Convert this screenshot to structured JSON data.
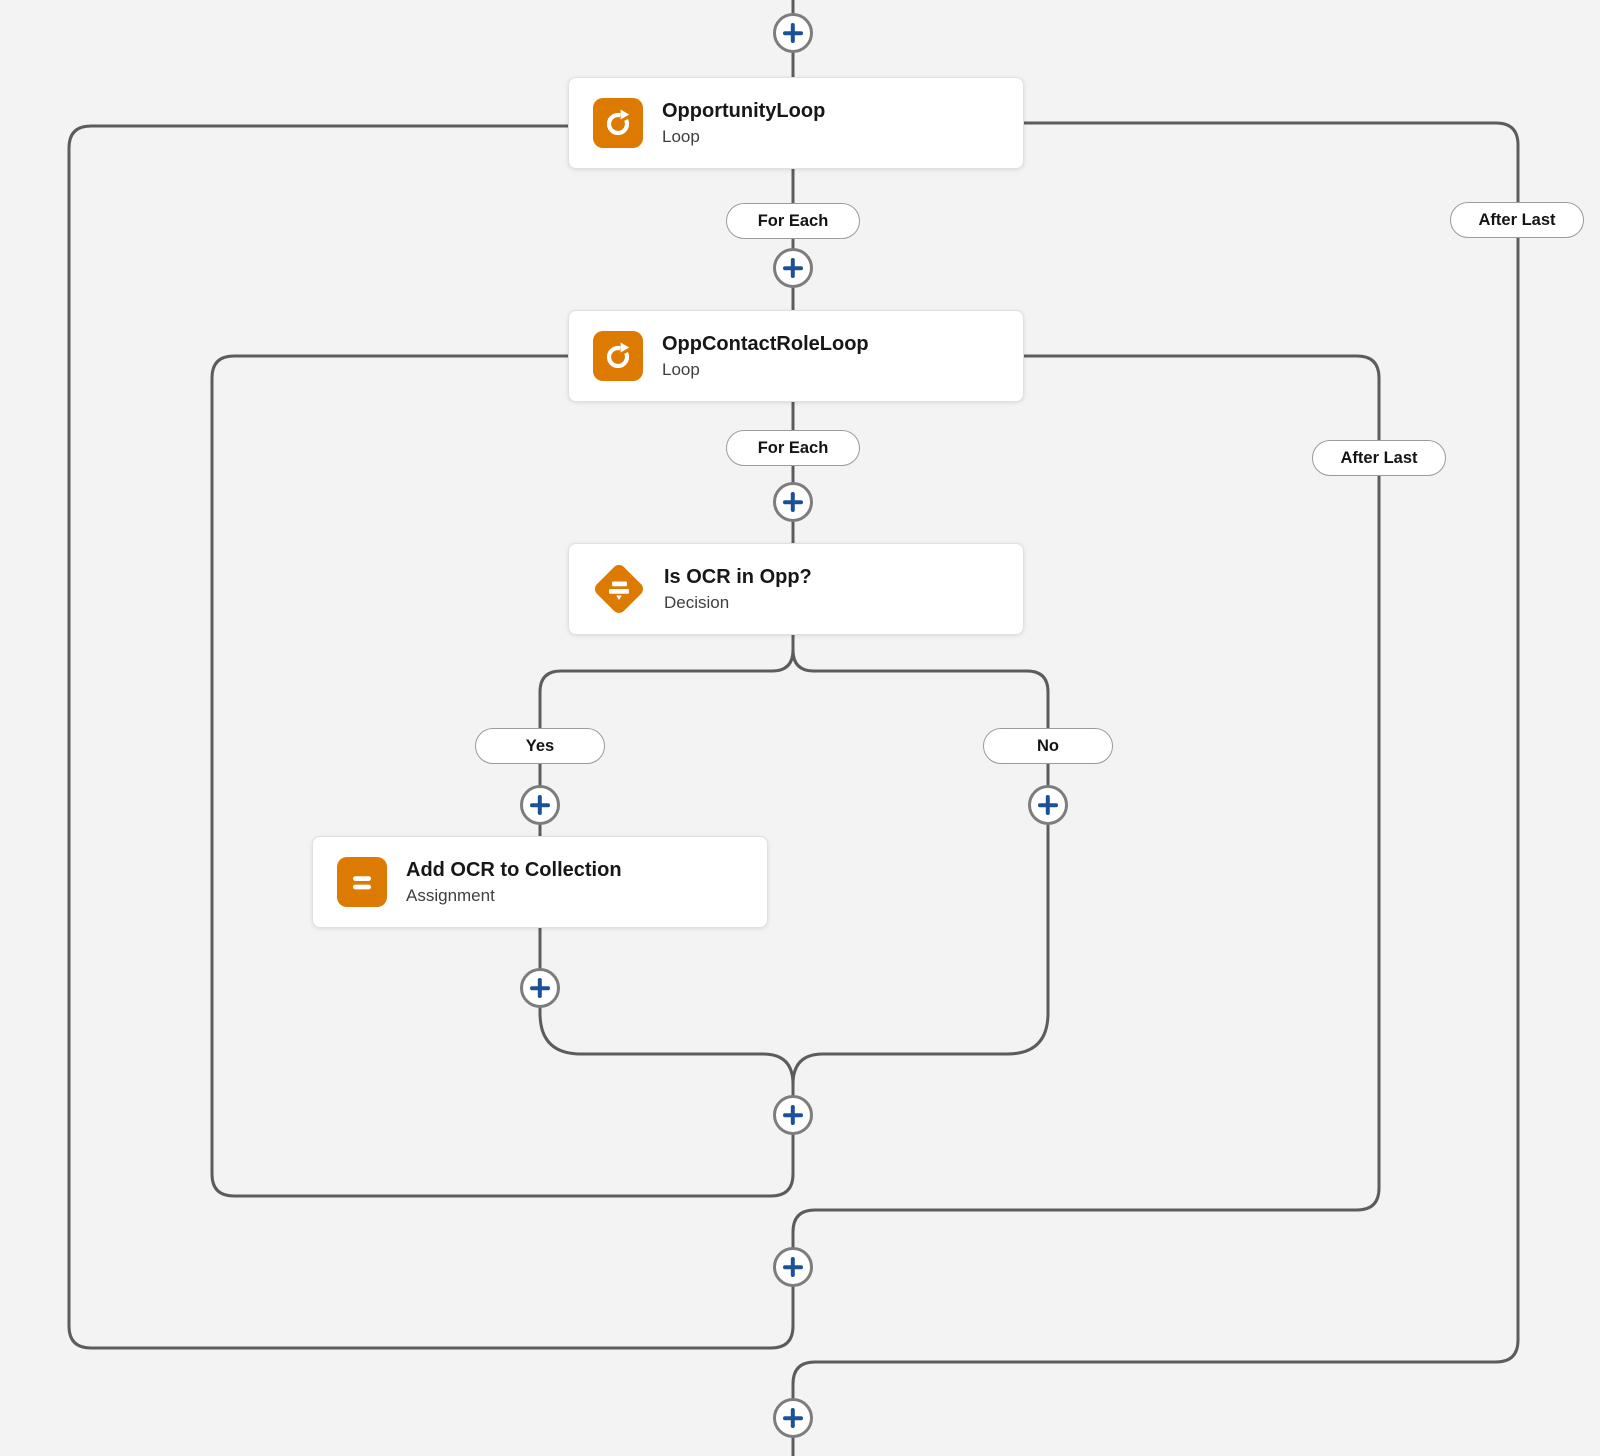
{
  "app": "flow-builder-canvas",
  "colors": {
    "canvas_background": "#f3f3f3",
    "connector_line": "#5c5c5c",
    "element_orange": "#dd7a01",
    "plus_sign_blue": "#1b5297",
    "card_background": "#ffffff"
  },
  "icons": {
    "loop": "loop-icon",
    "decision": "decision-icon",
    "assignment": "assignment-icon",
    "add": "plus-icon"
  },
  "nodes": {
    "opportunity_loop": {
      "title": "OpportunityLoop",
      "subtitle": "Loop",
      "type": "Loop"
    },
    "opp_contact_role_loop": {
      "title": "OppContactRoleLoop",
      "subtitle": "Loop",
      "type": "Loop"
    },
    "is_ocr_in_opp": {
      "title": "Is OCR in Opp?",
      "subtitle": "Decision",
      "type": "Decision"
    },
    "add_ocr_to_collection": {
      "title": "Add OCR to Collection",
      "subtitle": "Assignment",
      "type": "Assignment"
    }
  },
  "badges": {
    "for_each_1": "For Each",
    "after_last_outer": "After Last",
    "for_each_2": "For Each",
    "after_last_inner": "After Last",
    "yes": "Yes",
    "no": "No"
  }
}
